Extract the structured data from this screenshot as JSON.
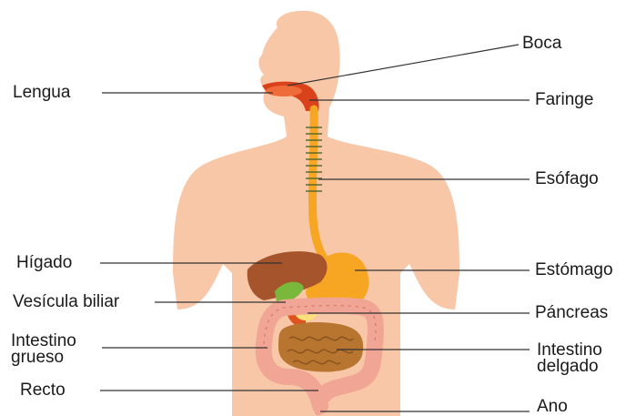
{
  "labels": {
    "boca": "Boca",
    "lengua": "Lengua",
    "faringe": "Faringe",
    "esofago": "Esófago",
    "higado": "Hígado",
    "estomago": "Estómago",
    "vesicula": "Vesícula biliar",
    "pancreas": "Páncreas",
    "intestino_grueso": [
      "Intestino",
      "grueso"
    ],
    "intestino_delgado": [
      "Intestino",
      "delgado"
    ],
    "recto": "Recto",
    "ano": "Ano"
  },
  "colors": {
    "skin": "#f7c7a8",
    "esophagus": "#f6a623",
    "mouth": "#d9421b",
    "liver": "#a5542c",
    "gallbladder": "#79b83a",
    "small_intestine": "#b8752f",
    "large_intestine": "#f0a595"
  }
}
